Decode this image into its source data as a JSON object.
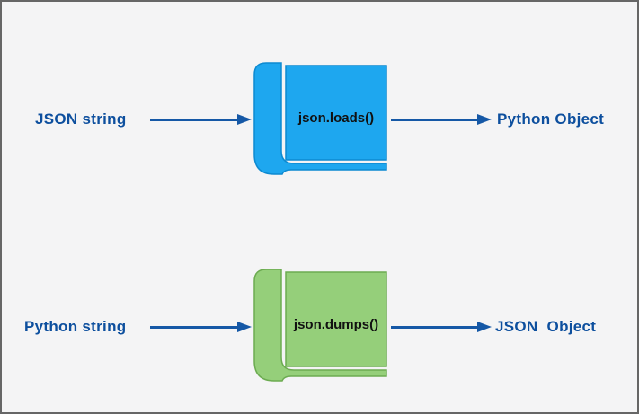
{
  "canvas": {
    "background": "#f4f4f5",
    "frame_color": "#666666",
    "label_color": "#0d4f9e",
    "arrow_color": "#1558a6"
  },
  "rows": [
    {
      "input_label": "JSON string",
      "book": {
        "label": "json.loads()",
        "fill": "#1ea7ef",
        "stroke": "#0d8ad1",
        "text_color": "#111111"
      },
      "output_label": "Python Object"
    },
    {
      "input_label": "Python string",
      "book": {
        "label": "json.dumps()",
        "fill": "#95cf7a",
        "stroke": "#6cab51",
        "text_color": "#111111"
      },
      "output_label": "JSON  Object"
    }
  ]
}
